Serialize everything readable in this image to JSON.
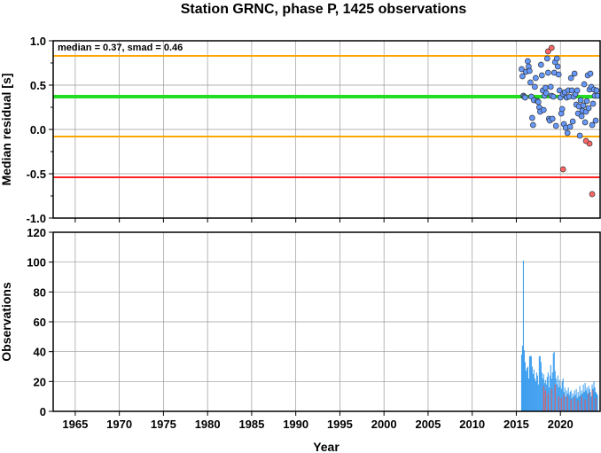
{
  "title": "Station GRNC, phase P, 1425 observations",
  "colors": {
    "median_line": "#22dd22",
    "smad_lines": "#ffa500",
    "lower_line": "#ff2020",
    "point_ok": "#6699ff",
    "point_outlier": "#ff6666",
    "bar_total": "#3399ee",
    "bar_outlier": "#ee5555"
  },
  "chart_data": [
    {
      "type": "scatter",
      "ylabel": "Median residual [s]",
      "xlim": [
        1962.5,
        2024.5
      ],
      "ylim": [
        -1.0,
        1.0
      ],
      "yticks": [
        "1.0",
        "0.5",
        "0.0",
        "-0.5",
        "-1.0"
      ],
      "annotation": "median = 0.37, smad = 0.46",
      "grid": true,
      "hlines": [
        {
          "y": 0.83,
          "role": "upper"
        },
        {
          "y": 0.37,
          "role": "median"
        },
        {
          "y": -0.08,
          "role": "lower"
        },
        {
          "y": -0.54,
          "role": "limit"
        }
      ],
      "series": [
        {
          "points": [
            [
              2015.6,
              0.68
            ],
            [
              2015.7,
              0.6
            ],
            [
              2015.8,
              0.38
            ],
            [
              2015.9,
              0.37
            ],
            [
              2016.0,
              0.36
            ],
            [
              2016.1,
              0.65
            ],
            [
              2016.3,
              0.77
            ],
            [
              2016.4,
              0.71
            ],
            [
              2016.5,
              0.66
            ],
            [
              2016.6,
              0.53
            ],
            [
              2016.7,
              0.37
            ],
            [
              2016.8,
              0.13
            ],
            [
              2016.9,
              0.05
            ],
            [
              2017.0,
              0.33
            ],
            [
              2017.1,
              0.48
            ],
            [
              2017.2,
              0.58
            ],
            [
              2017.4,
              0.32
            ],
            [
              2017.5,
              0.31
            ],
            [
              2017.6,
              0.25
            ],
            [
              2017.7,
              0.2
            ],
            [
              2017.8,
              0.73
            ],
            [
              2017.9,
              0.61
            ],
            [
              2018.0,
              0.44
            ],
            [
              2018.1,
              0.22
            ],
            [
              2018.2,
              0.38
            ],
            [
              2018.3,
              0.47
            ],
            [
              2018.4,
              0.41
            ],
            [
              2018.5,
              0.8
            ],
            [
              2018.6,
              0.64
            ],
            [
              2018.7,
              0.12
            ],
            [
              2018.8,
              0.1
            ],
            [
              2018.9,
              0.48
            ],
            [
              2019.0,
              0.38
            ],
            [
              2019.1,
              0.12
            ],
            [
              2019.2,
              0.37
            ],
            [
              2019.3,
              0.64
            ],
            [
              2019.4,
              0.76
            ],
            [
              2019.5,
              0.04
            ],
            [
              2019.6,
              0.8
            ],
            [
              2019.7,
              0.71
            ],
            [
              2019.8,
              0.62
            ],
            [
              2019.9,
              0.44
            ],
            [
              2020.0,
              0.36
            ],
            [
              2020.1,
              0.18
            ],
            [
              2020.2,
              0.23
            ],
            [
              2020.3,
              0.4
            ],
            [
              2020.4,
              0.06
            ],
            [
              2020.5,
              0.42
            ],
            [
              2020.6,
              0.02
            ],
            [
              2020.7,
              0.36
            ],
            [
              2020.8,
              -0.04
            ],
            [
              2020.9,
              0.44
            ],
            [
              2021.0,
              0.37
            ],
            [
              2021.1,
              0.03
            ],
            [
              2021.2,
              0.58
            ],
            [
              2021.3,
              0.44
            ],
            [
              2021.4,
              0.09
            ],
            [
              2021.5,
              0.37
            ],
            [
              2021.6,
              0.63
            ],
            [
              2021.7,
              0.4
            ],
            [
              2021.8,
              0.28
            ],
            [
              2021.9,
              0.44
            ],
            [
              2022.0,
              0.18
            ],
            [
              2022.1,
              0.26
            ],
            [
              2022.2,
              -0.07
            ],
            [
              2022.3,
              0.33
            ],
            [
              2022.4,
              0.15
            ],
            [
              2022.5,
              0.21
            ],
            [
              2022.6,
              0.27
            ],
            [
              2022.7,
              0.51
            ],
            [
              2022.8,
              0.08
            ],
            [
              2022.9,
              0.2
            ],
            [
              2023.0,
              0.32
            ],
            [
              2023.1,
              0.61
            ],
            [
              2023.2,
              0.24
            ],
            [
              2023.3,
              0.45
            ],
            [
              2023.4,
              0.63
            ],
            [
              2023.5,
              0.48
            ],
            [
              2023.6,
              0.05
            ],
            [
              2023.7,
              0.29
            ],
            [
              2023.8,
              0.45
            ],
            [
              2023.9,
              0.38
            ],
            [
              2024.0,
              0.1
            ],
            [
              2024.1,
              0.44
            ],
            [
              2024.2,
              0.38
            ]
          ]
        },
        {
          "points": [
            [
              2018.6,
              0.88
            ],
            [
              2019.0,
              0.92
            ],
            [
              2020.3,
              -0.45
            ],
            [
              2023.3,
              -0.16
            ],
            [
              2023.6,
              -0.73
            ],
            [
              2022.9,
              -0.13
            ]
          ]
        }
      ]
    },
    {
      "type": "bar",
      "ylabel": "Observations",
      "xlabel": "Year",
      "xlim": [
        1962.5,
        2024.5
      ],
      "ylim": [
        0,
        120
      ],
      "yticks": [
        "120",
        "100",
        "80",
        "60",
        "40",
        "20",
        "0"
      ],
      "xticks": [
        "1965",
        "1970",
        "1975",
        "1980",
        "1985",
        "1990",
        "1995",
        "2000",
        "2005",
        "2010",
        "2015",
        "2020"
      ],
      "grid": true,
      "series": [
        {
          "bars": [
            [
              2015.6,
              38
            ],
            [
              2015.7,
              44
            ],
            [
              2015.8,
              101
            ],
            [
              2015.9,
              41
            ],
            [
              2016.0,
              33
            ],
            [
              2016.1,
              27
            ],
            [
              2016.2,
              29
            ],
            [
              2016.3,
              30
            ],
            [
              2016.4,
              22
            ],
            [
              2016.5,
              37
            ],
            [
              2016.6,
              37
            ],
            [
              2016.7,
              37
            ],
            [
              2016.8,
              30
            ],
            [
              2016.9,
              25
            ],
            [
              2017.0,
              28
            ],
            [
              2017.1,
              22
            ],
            [
              2017.2,
              20
            ],
            [
              2017.3,
              26
            ],
            [
              2017.4,
              24
            ],
            [
              2017.5,
              18
            ],
            [
              2017.6,
              37
            ],
            [
              2017.7,
              37
            ],
            [
              2017.8,
              33
            ],
            [
              2017.9,
              26
            ],
            [
              2018.0,
              22
            ],
            [
              2018.1,
              25
            ],
            [
              2018.2,
              19
            ],
            [
              2018.3,
              21
            ],
            [
              2018.4,
              18
            ],
            [
              2018.5,
              23
            ],
            [
              2018.6,
              26
            ],
            [
              2018.7,
              16
            ],
            [
              2018.8,
              24
            ],
            [
              2018.9,
              31
            ],
            [
              2019.0,
              22
            ],
            [
              2019.1,
              26
            ],
            [
              2019.2,
              39
            ],
            [
              2019.3,
              40
            ],
            [
              2019.4,
              27
            ],
            [
              2019.5,
              22
            ],
            [
              2019.6,
              18
            ],
            [
              2019.7,
              24
            ],
            [
              2019.8,
              16
            ],
            [
              2019.9,
              21
            ],
            [
              2020.0,
              17
            ],
            [
              2020.1,
              15
            ],
            [
              2020.2,
              20
            ],
            [
              2020.3,
              22
            ],
            [
              2020.4,
              13
            ],
            [
              2020.5,
              16
            ],
            [
              2020.6,
              10
            ],
            [
              2020.7,
              14
            ],
            [
              2020.8,
              12
            ],
            [
              2020.9,
              16
            ],
            [
              2021.0,
              11
            ],
            [
              2021.1,
              13
            ],
            [
              2021.2,
              14
            ],
            [
              2021.3,
              9
            ],
            [
              2021.4,
              12
            ],
            [
              2021.5,
              10
            ],
            [
              2021.6,
              14
            ],
            [
              2021.7,
              11
            ],
            [
              2021.8,
              15
            ],
            [
              2021.9,
              9
            ],
            [
              2022.0,
              13
            ],
            [
              2022.1,
              10
            ],
            [
              2022.2,
              17
            ],
            [
              2022.3,
              11
            ],
            [
              2022.4,
              14
            ],
            [
              2022.5,
              12
            ],
            [
              2022.6,
              18
            ],
            [
              2022.7,
              13
            ],
            [
              2022.8,
              19
            ],
            [
              2022.9,
              14
            ],
            [
              2023.0,
              16
            ],
            [
              2023.1,
              12
            ],
            [
              2023.2,
              17
            ],
            [
              2023.3,
              15
            ],
            [
              2023.4,
              13
            ],
            [
              2023.5,
              10
            ],
            [
              2023.6,
              18
            ],
            [
              2023.7,
              15
            ],
            [
              2023.8,
              20
            ],
            [
              2023.9,
              16
            ],
            [
              2024.0,
              13
            ],
            [
              2024.1,
              12
            ],
            [
              2024.2,
              11
            ]
          ]
        },
        {
          "bars": [
            [
              2018.1,
              17
            ],
            [
              2018.3,
              14
            ],
            [
              2018.6,
              12
            ],
            [
              2019.0,
              15
            ],
            [
              2019.4,
              18
            ],
            [
              2019.8,
              10
            ],
            [
              2020.1,
              9
            ],
            [
              2020.4,
              11
            ],
            [
              2020.8,
              10
            ],
            [
              2021.2,
              8
            ],
            [
              2021.6,
              9
            ],
            [
              2022.0,
              7
            ],
            [
              2022.4,
              10
            ],
            [
              2022.8,
              8
            ],
            [
              2023.2,
              12
            ],
            [
              2023.6,
              14
            ],
            [
              2024.0,
              9
            ]
          ]
        }
      ]
    }
  ]
}
